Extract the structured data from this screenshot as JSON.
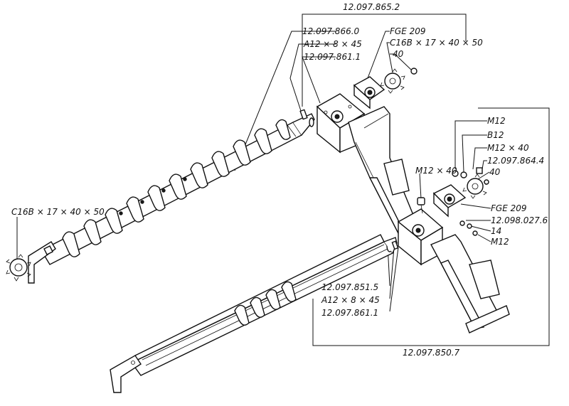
{
  "labels": {
    "assembly_top": "12.097.865.2",
    "assembly_bottom": "12.097.850.7",
    "shaft_upper": "12.097.866.0",
    "key_upper": "A12 × 8 × 45",
    "bearing_upper": "12.097.861.1",
    "fge_upper": "FGE 209",
    "sprocket_upper": "C16B × 17 × 40 × 50",
    "num_40_upper": "40",
    "sprocket_left": "C16B × 17 × 40 × 50",
    "bolt_mid": "M12 × 40",
    "nut_m12_top": "M12",
    "washer_b12": "B12",
    "bolt_m12x40_right": "M12 × 40",
    "part_864": "12.097.864.4",
    "num_40_right": "40",
    "fge_lower": "FGE 209",
    "part_027": "12.098.027.6",
    "num_14": "14",
    "nut_m12_bottom": "M12",
    "shaft_lower": "12.097.851.5",
    "key_lower": "A12 × 8 × 45",
    "bearing_lower": "12.097.861.1"
  }
}
